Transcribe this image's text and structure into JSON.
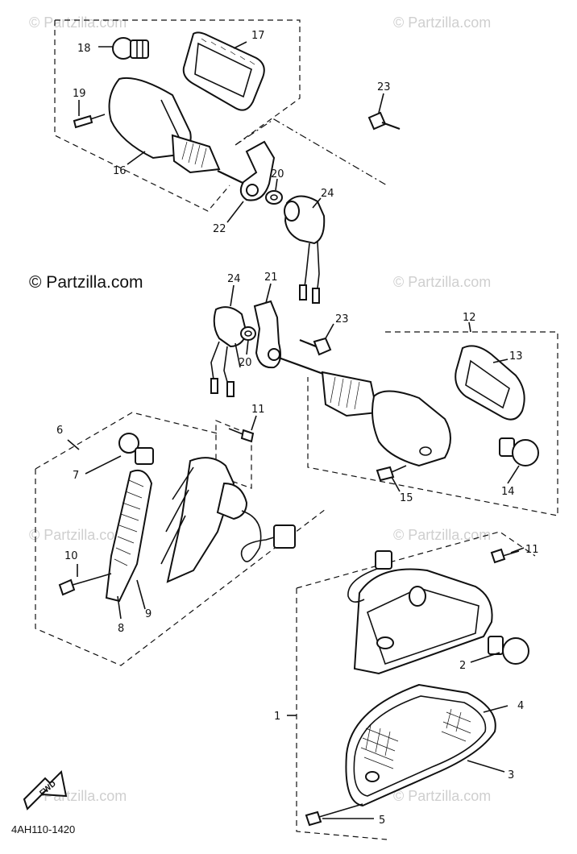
{
  "watermark": {
    "text": "© Partzilla.com",
    "main_text": "© Partzilla.com"
  },
  "diagram_code": "4AH110-1420",
  "fwd_label": "FWD",
  "labels": {
    "p1": "1",
    "p2": "2",
    "p3": "3",
    "p4": "4",
    "p5": "5",
    "p6": "6",
    "p7": "7",
    "p8": "8",
    "p9": "9",
    "p10": "10",
    "p11a": "11",
    "p11b": "11",
    "p12": "12",
    "p13": "13",
    "p14": "14",
    "p15": "15",
    "p16": "16",
    "p17": "17",
    "p18": "18",
    "p19": "19",
    "p20a": "20",
    "p20b": "20",
    "p21": "21",
    "p22": "22",
    "p23a": "23",
    "p23b": "23",
    "p24a": "24",
    "p24b": "24"
  }
}
